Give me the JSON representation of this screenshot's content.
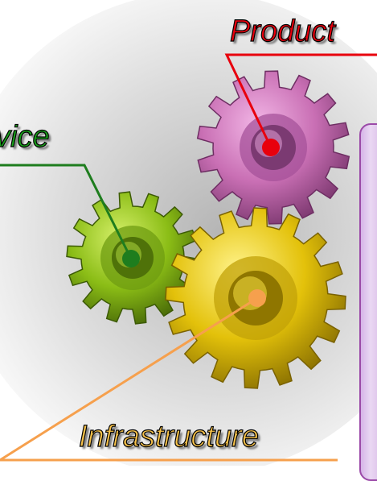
{
  "labels": {
    "product": "Product",
    "service": "vice",
    "infrastructure": "Infrastructure"
  },
  "colors": {
    "product_gear": "#c96fb4",
    "service_gear": "#8bbd16",
    "infrastructure_gear": "#e3c10a",
    "product_line": "#e8000d",
    "service_line": "#1e7d1e",
    "infrastructure_line": "#f6a04d",
    "side_panel": "#d6b4e8"
  }
}
